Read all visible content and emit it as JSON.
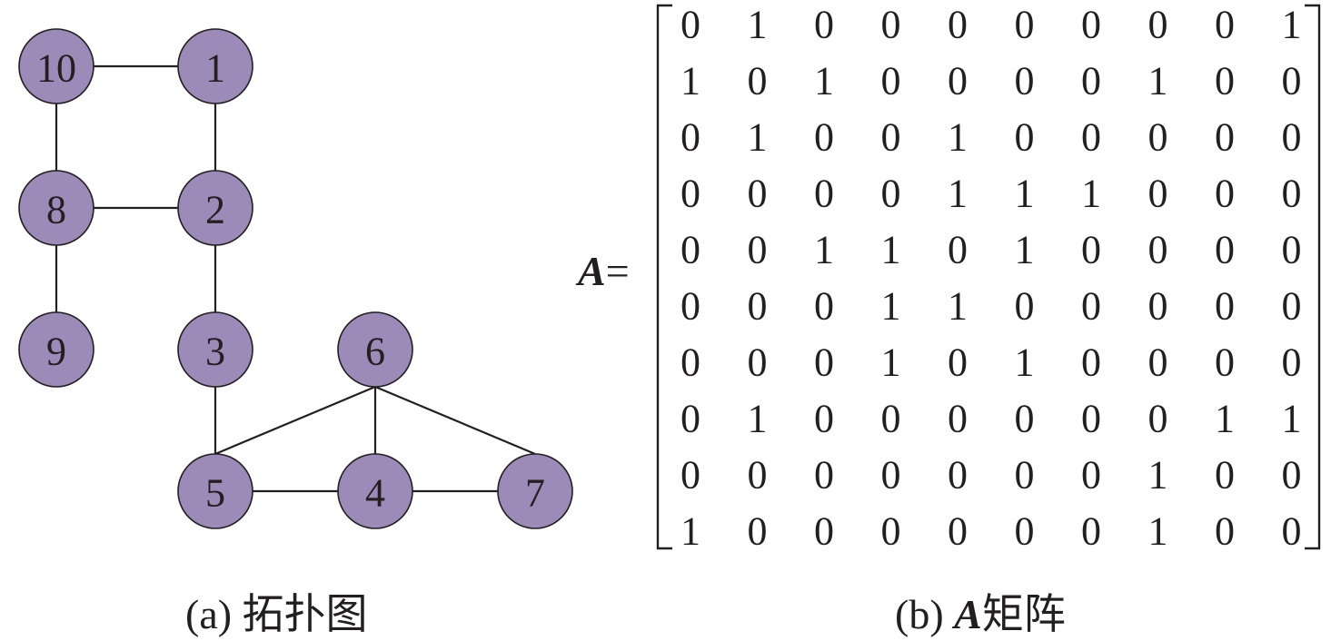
{
  "figure": {
    "node_fill": "#9c8ab8",
    "edge_color": "#231f20",
    "nodes": [
      {
        "id": "1",
        "label": "1"
      },
      {
        "id": "2",
        "label": "2"
      },
      {
        "id": "3",
        "label": "3"
      },
      {
        "id": "4",
        "label": "4"
      },
      {
        "id": "5",
        "label": "5"
      },
      {
        "id": "6",
        "label": "6"
      },
      {
        "id": "7",
        "label": "7"
      },
      {
        "id": "8",
        "label": "8"
      },
      {
        "id": "9",
        "label": "9"
      },
      {
        "id": "10",
        "label": "10"
      }
    ],
    "edges": [
      [
        "10",
        "1"
      ],
      [
        "10",
        "8"
      ],
      [
        "1",
        "2"
      ],
      [
        "8",
        "2"
      ],
      [
        "8",
        "9"
      ],
      [
        "2",
        "3"
      ],
      [
        "3",
        "5"
      ],
      [
        "5",
        "4"
      ],
      [
        "4",
        "7"
      ],
      [
        "6",
        "5"
      ],
      [
        "6",
        "4"
      ],
      [
        "6",
        "7"
      ]
    ],
    "matrix_label": {
      "var": "A",
      "eq": "="
    },
    "matrix": [
      [
        0,
        1,
        0,
        0,
        0,
        0,
        0,
        0,
        0,
        1
      ],
      [
        1,
        0,
        1,
        0,
        0,
        0,
        0,
        1,
        0,
        0
      ],
      [
        0,
        1,
        0,
        0,
        1,
        0,
        0,
        0,
        0,
        0
      ],
      [
        0,
        0,
        0,
        0,
        1,
        1,
        1,
        0,
        0,
        0
      ],
      [
        0,
        0,
        1,
        1,
        0,
        1,
        0,
        0,
        0,
        0
      ],
      [
        0,
        0,
        0,
        1,
        1,
        0,
        0,
        0,
        0,
        0
      ],
      [
        0,
        0,
        0,
        1,
        0,
        1,
        0,
        0,
        0,
        0
      ],
      [
        0,
        1,
        0,
        0,
        0,
        0,
        0,
        0,
        1,
        1
      ],
      [
        0,
        0,
        0,
        0,
        0,
        0,
        0,
        1,
        0,
        0
      ],
      [
        1,
        0,
        0,
        0,
        0,
        0,
        0,
        1,
        0,
        0
      ]
    ],
    "captions": {
      "a": "(a) 拓扑图",
      "b_prefix": "(b) ",
      "b_var": "A",
      "b_suffix": "矩阵"
    }
  }
}
